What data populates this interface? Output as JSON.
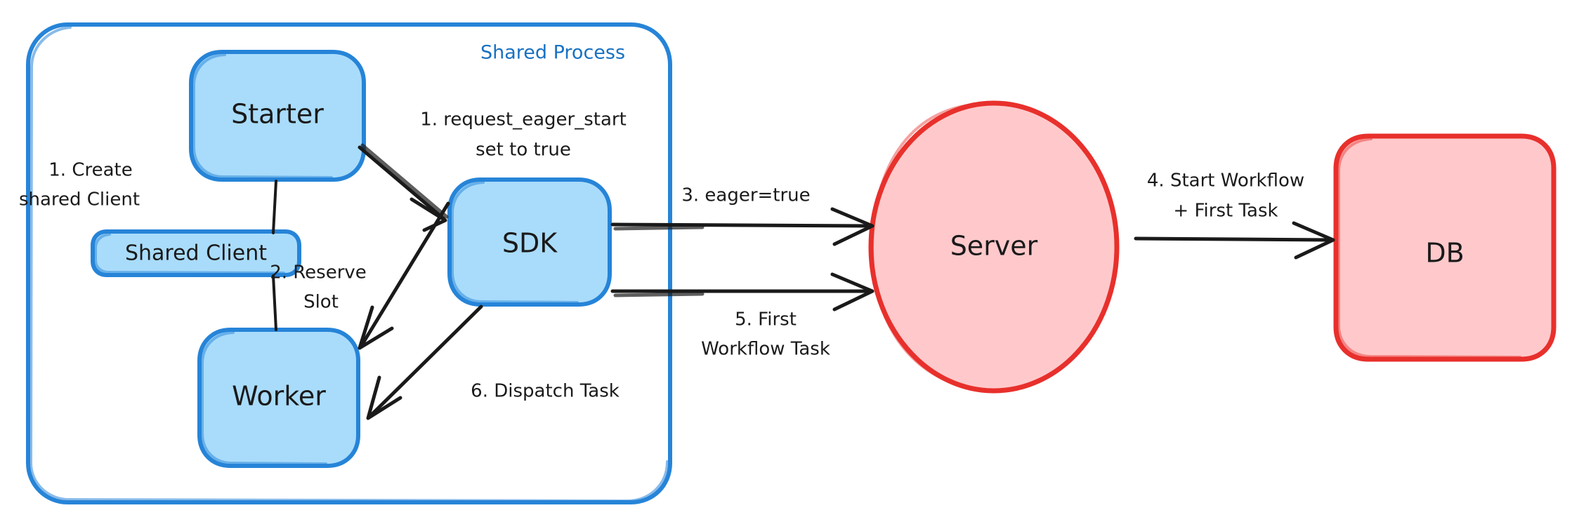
{
  "diagram": {
    "title": "Eager Workflow Start",
    "background": "#ffffff",
    "colors": {
      "blue_fill": "#a9dcfb",
      "blue_stroke": "#2684d8",
      "red_fill": "#ffc9cb",
      "red_stroke": "#e8302c",
      "ink": "#1a1a1a",
      "group_title": "#1971c2"
    },
    "group": {
      "label": "Shared Process",
      "stroke_color": "#2684d8"
    },
    "nodes": [
      {
        "id": "starter",
        "label": "Starter",
        "shape": "rounded-rect",
        "color": "blue"
      },
      {
        "id": "shared-client",
        "label": "Shared Client",
        "shape": "rounded-rect",
        "color": "blue"
      },
      {
        "id": "worker",
        "label": "Worker",
        "shape": "rounded-rect",
        "color": "blue"
      },
      {
        "id": "sdk",
        "label": "SDK",
        "shape": "rounded-rect",
        "color": "blue"
      },
      {
        "id": "server",
        "label": "Server",
        "shape": "ellipse",
        "color": "red"
      },
      {
        "id": "db",
        "label": "DB",
        "shape": "rounded-rect",
        "color": "red"
      }
    ],
    "edges": [
      {
        "id": "e1",
        "from": "starter",
        "to": "sdk",
        "label_lines": [
          "1. request_eager_start",
          "set to true"
        ]
      },
      {
        "id": "e2",
        "from": "sdk",
        "to": "worker",
        "label_lines": [
          "2. Reserve",
          "Slot"
        ]
      },
      {
        "id": "e3",
        "from": "sdk",
        "to": "server",
        "label_lines": [
          "3. eager=true"
        ]
      },
      {
        "id": "e4",
        "from": "server",
        "to": "db",
        "label_lines": [
          "4. Start Workflow",
          "+ First Task"
        ]
      },
      {
        "id": "e5",
        "from": "sdk",
        "to": "server",
        "label_lines": [
          "5. First",
          "Workflow Task"
        ]
      },
      {
        "id": "e6",
        "from": "sdk",
        "to": "worker",
        "label_lines": [
          "6. Dispatch Task"
        ]
      },
      {
        "id": "e0",
        "from": "starter",
        "to": "shared-client",
        "label_lines": [
          "1. Create",
          "shared Client"
        ]
      }
    ],
    "text": {
      "group_title": "Shared Process",
      "starter": "Starter",
      "shared_client": "Shared Client",
      "worker": "Worker",
      "sdk": "SDK",
      "server": "Server",
      "db": "DB",
      "lbl_create_1": "1. Create",
      "lbl_create_2": "shared Client",
      "lbl_eager_1": "1. request_eager_start",
      "lbl_eager_2": "set to true",
      "lbl_reserve_1": "2. Reserve",
      "lbl_reserve_2": "Slot",
      "lbl_eagertrue": "3. eager=true",
      "lbl_start_1": "4. Start Workflow",
      "lbl_start_2": "+ First Task",
      "lbl_first_1": "5. First",
      "lbl_first_2": "Workflow Task",
      "lbl_dispatch": "6. Dispatch Task"
    }
  }
}
